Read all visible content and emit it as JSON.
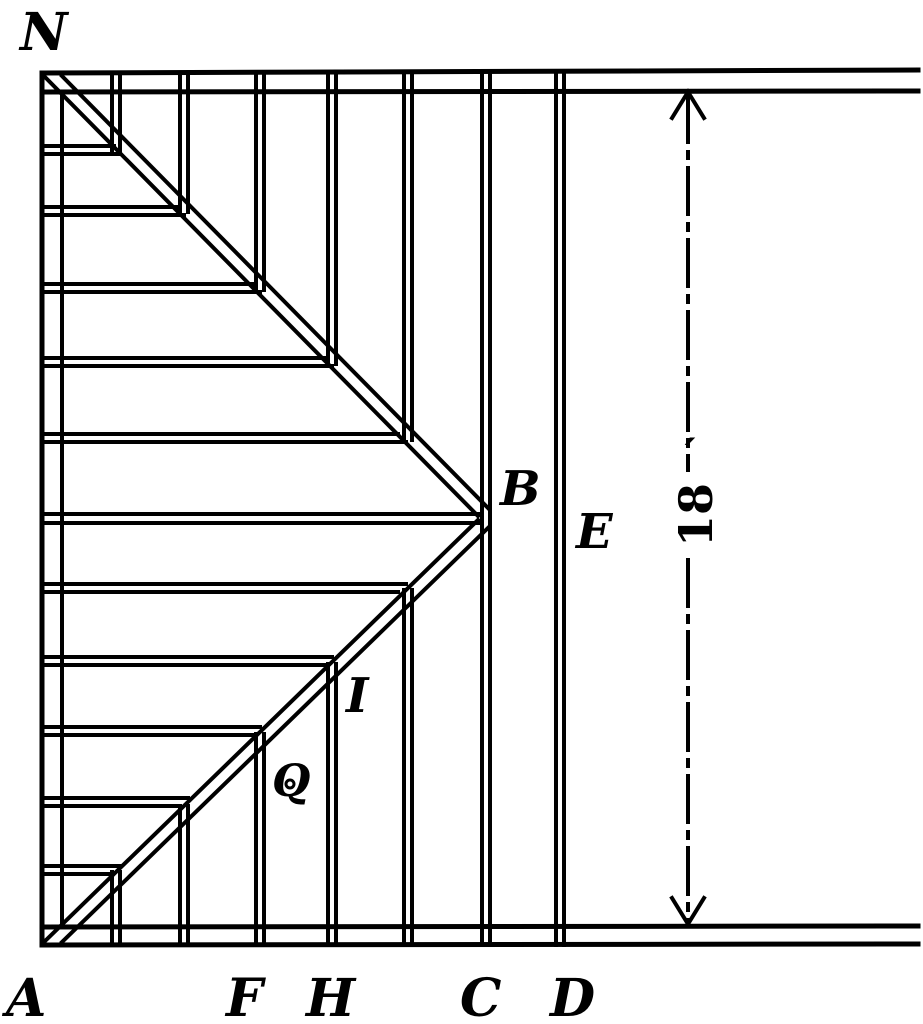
{
  "diagram": {
    "labels": {
      "N": "N",
      "A": "A",
      "F": "F",
      "H": "H",
      "C": "C",
      "D": "D",
      "B": "B",
      "E": "E",
      "I": "I",
      "Q": "Q"
    },
    "dimension": {
      "value": "18",
      "prime": "´"
    },
    "colors": {
      "ink": "#000000",
      "paper": "#ffffff"
    }
  }
}
